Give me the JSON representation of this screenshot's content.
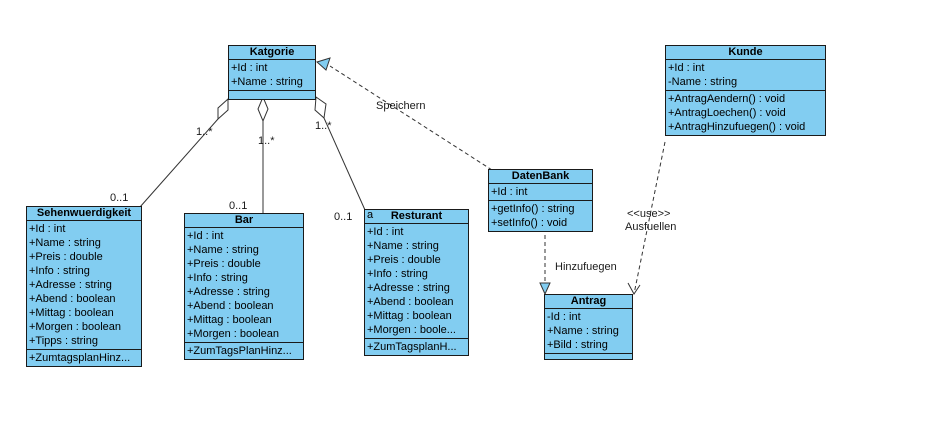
{
  "classes": {
    "katgorie": {
      "name": "Katgorie",
      "attributes": [
        "+Id : int",
        "+Name : string"
      ],
      "methods": []
    },
    "kunde": {
      "name": "Kunde",
      "attributes": [
        "+Id : int",
        "-Name : string"
      ],
      "methods": [
        "+AntragAendern() : void",
        "+AntragLoechen() : void",
        "+AntragHinzufuegen() : void"
      ]
    },
    "datenbank": {
      "name": "DatenBank",
      "attributes": [
        "+Id : int"
      ],
      "methods": [
        "+getInfo() : string",
        "+setInfo() : void"
      ]
    },
    "sehenswuerdigkeit": {
      "name": "Sehenwuerdigkeit",
      "attributes": [
        "+Id : int",
        "+Name : string",
        "+Preis : double",
        "+Info : string",
        "+Adresse : string",
        "+Abend : boolean",
        "+Mittag : boolean",
        "+Morgen : boolean",
        "+Tipps : string"
      ],
      "methods": [
        "+ZumtagsplanHinz..."
      ]
    },
    "bar": {
      "name": "Bar",
      "attributes": [
        "+Id : int",
        "+Name : string",
        "+Preis : double",
        "+Info : string",
        "+Adresse : string",
        "+Abend : boolean",
        "+Mittag : boolean",
        "+Morgen : boolean"
      ],
      "methods": [
        "+ZumTagsPlanHinz..."
      ]
    },
    "resturant": {
      "name": "Resturant",
      "attributes": [
        "+Id : int",
        "+Name : string",
        "+Preis : double",
        "+Info : string",
        "+Adresse : string",
        "+Abend : boolean",
        "+Mittag : boolean",
        "+Morgen : boole..."
      ],
      "methods": [
        "+ZumTagsplanH..."
      ]
    },
    "antrag": {
      "name": "Antrag",
      "attributes": [
        "-Id : int",
        "+Name : string",
        "+Bild : string"
      ],
      "methods": []
    }
  },
  "labels": {
    "sehen_mult_top": "1..*",
    "sehen_mult_bottom": "0..1",
    "bar_mult_top": "1..*",
    "bar_mult_bottom": "0..1",
    "rest_mult_top": "1..*",
    "rest_mult_bottom": "0..1",
    "speichern": "Speichern",
    "hinzufuegen": "Hinzufuegen",
    "use": "<<use>>",
    "ausfuellen": "Ausfuellen",
    "rest_marker": "a"
  },
  "colors": {
    "class_fill": "#82cdf1",
    "line": "#333333"
  }
}
